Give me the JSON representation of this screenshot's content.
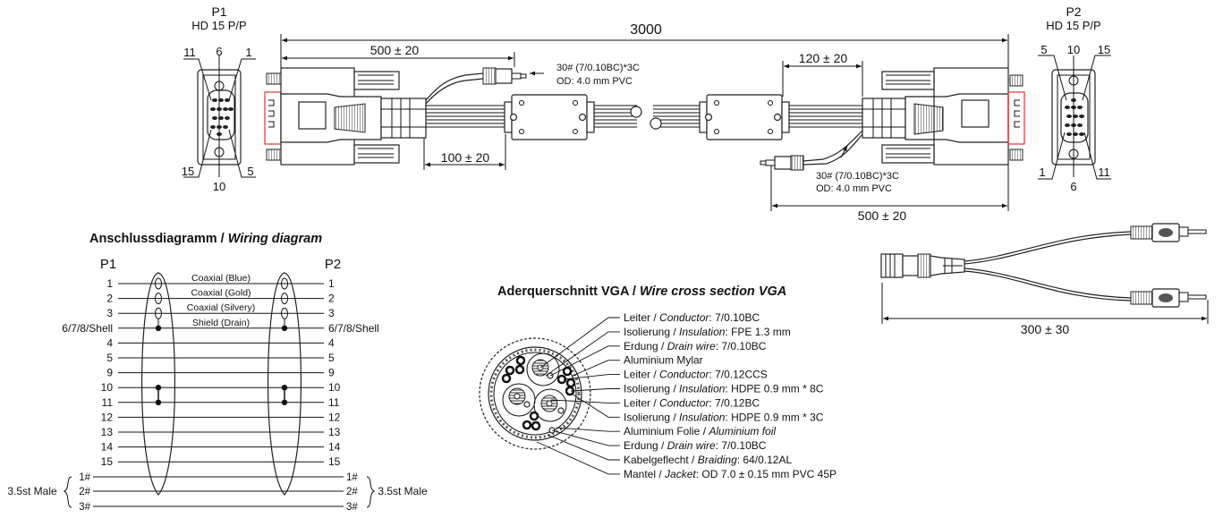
{
  "cable_drawing": {
    "p1": {
      "title": "P1",
      "subtitle": "HD 15 P/P",
      "pins": {
        "top_left": "11",
        "top_mid": "6",
        "top_right": "1",
        "bottom_left": "15",
        "bottom_mid": "10",
        "bottom_right": "5"
      }
    },
    "p2": {
      "title": "P2",
      "subtitle": "HD 15 P/P",
      "pins": {
        "top_left": "5",
        "top_mid": "10",
        "top_right": "15",
        "bottom_left": "1",
        "bottom_mid": "6",
        "bottom_right": "11"
      }
    },
    "dimensions": {
      "total": "3000",
      "left_audio": "500 ± 20",
      "left_ferrite": "100 ± 20",
      "right_ferrite": "120 ± 20",
      "right_audio": "500 ± 20"
    },
    "audio_cable_note": {
      "line1": "30# (7/0.10BC)*3C",
      "line2": "OD: 4.0 mm PVC"
    }
  },
  "wiring": {
    "title_de": "Anschlussdiagramm / ",
    "title_en": "Wiring diagram",
    "p1_label": "P1",
    "p2_label": "P2",
    "rows": [
      {
        "left": "1",
        "right": "1",
        "wire": "Coaxial (Blue)"
      },
      {
        "left": "2",
        "right": "2",
        "wire": "Coaxial (Gold)"
      },
      {
        "left": "3",
        "right": "3",
        "wire": "Coaxial (Silvery)"
      },
      {
        "left": "6/7/8/Shell",
        "right": "6/7/8/Shell",
        "wire": "Shield (Drain)"
      },
      {
        "left": "4",
        "right": "4",
        "wire": ""
      },
      {
        "left": "5",
        "right": "5",
        "wire": ""
      },
      {
        "left": "9",
        "right": "9",
        "wire": ""
      },
      {
        "left": "10",
        "right": "10",
        "wire": ""
      },
      {
        "left": "11",
        "right": "11",
        "wire": ""
      },
      {
        "left": "12",
        "right": "12",
        "wire": ""
      },
      {
        "left": "13",
        "right": "13",
        "wire": ""
      },
      {
        "left": "14",
        "right": "14",
        "wire": ""
      },
      {
        "left": "15",
        "right": "15",
        "wire": ""
      }
    ],
    "audio_rows": [
      {
        "left": "1#",
        "right": "1#"
      },
      {
        "left": "2#",
        "right": "2#"
      },
      {
        "left": "3#",
        "right": "3#"
      }
    ],
    "audio_left_label": "3.5st Male",
    "audio_right_label": "3.5st Male"
  },
  "cross_section": {
    "title_de": "Aderquerschnitt VGA / ",
    "title_en": "Wire cross section VGA",
    "labels": [
      {
        "de": "Leiter / ",
        "en": "Conductor",
        "val": ": 7/0.10BC"
      },
      {
        "de": "Isolierung / ",
        "en": "Insulation",
        "val": ": FPE 1.3 mm"
      },
      {
        "de": "Erdung / ",
        "en": "Drain wire",
        "val": ": 7/0.10BC"
      },
      {
        "de": "Aluminium Mylar",
        "en": "",
        "val": ""
      },
      {
        "de": "Leiter / ",
        "en": "Conductor",
        "val": ": 7/0.12CCS"
      },
      {
        "de": "Isolierung / ",
        "en": "Insulation",
        "val": ": HDPE 0.9 mm * 8C"
      },
      {
        "de": "Leiter / ",
        "en": "Conductor",
        "val": ": 7/0.12BC"
      },
      {
        "de": "Isolierung / ",
        "en": "Insulation",
        "val": ": HDPE 0.9 mm * 3C"
      },
      {
        "de": "Aluminium Folie / ",
        "en": "Aluminium foil",
        "val": ""
      },
      {
        "de": "Erdung / ",
        "en": "Drain wire",
        "val": ": 7/0.10BC"
      },
      {
        "de": "Kabelgeflecht / ",
        "en": "Braiding",
        "val": ": 64/0.12AL"
      },
      {
        "de": "Mantel / ",
        "en": "Jacket",
        "val": ": OD 7.0 ± 0.15 mm PVC 45P"
      }
    ]
  },
  "adapter": {
    "dimension": "300 ± 30"
  }
}
